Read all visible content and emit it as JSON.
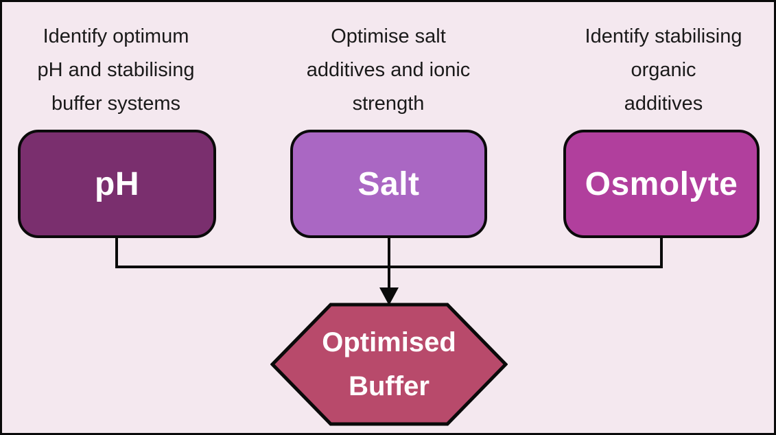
{
  "diagram": {
    "captions": [
      {
        "id": "ph",
        "text": "Identify optimum\npH and stabilising\nbuffer systems"
      },
      {
        "id": "salt",
        "text": "Optimise salt\nadditives and ionic\nstrength"
      },
      {
        "id": "osmolyte",
        "text": "Identify stabilising\norganic\nadditives"
      }
    ],
    "nodes": [
      {
        "id": "ph",
        "label": "pH"
      },
      {
        "id": "salt",
        "label": "Salt"
      },
      {
        "id": "osmolyte",
        "label": "Osmolyte"
      }
    ],
    "result_node": {
      "label_line1": "Optimised",
      "label_line2": "Buffer"
    }
  },
  "colors": {
    "background": "#f4e8ef",
    "outline": "#0a0a0a",
    "text": "#1a1a1a",
    "node_text": "#ffffff",
    "ph_box": "#7a2f6e",
    "salt_box": "#aa67c3",
    "osmolyte_box": "#b13f9d",
    "hexagon": "#b84a6b"
  }
}
